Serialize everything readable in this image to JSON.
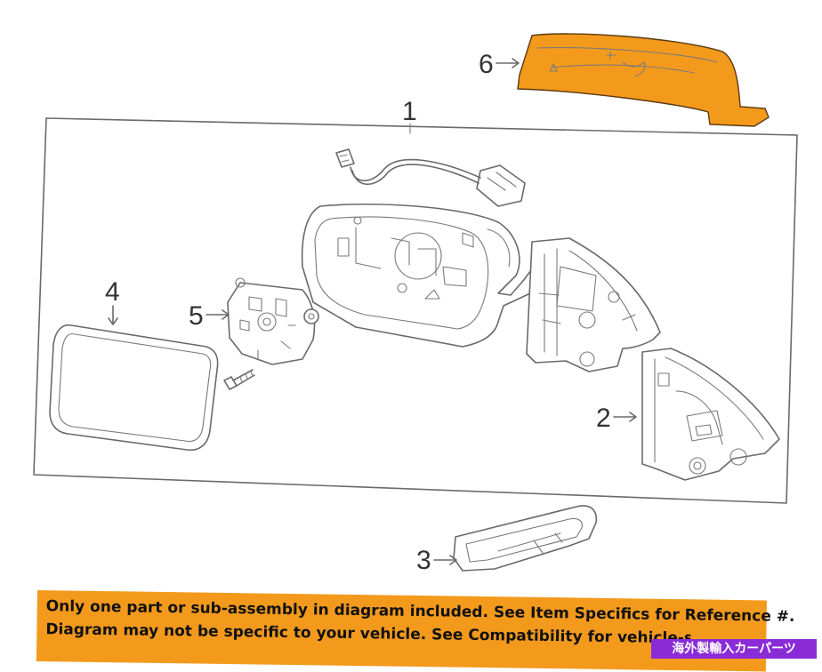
{
  "callouts": {
    "c1": "1",
    "c2": "2",
    "c3": "3",
    "c4": "4",
    "c5": "5",
    "c6": "6"
  },
  "notice": {
    "line1": "Only one part or sub-assembly in diagram included. See Item Specifics for Reference #.",
    "line2": "Diagram may not be specific to your vehicle. See Compatibility for vehicle-specific fitment."
  },
  "badge": {
    "text": "海外製輸入カーパーツ"
  },
  "colors": {
    "highlight_part": "#f39a1d",
    "notice_background": "#f39a1d",
    "badge_background": "#8a2bd8",
    "line_art": "#6a6a6a"
  }
}
